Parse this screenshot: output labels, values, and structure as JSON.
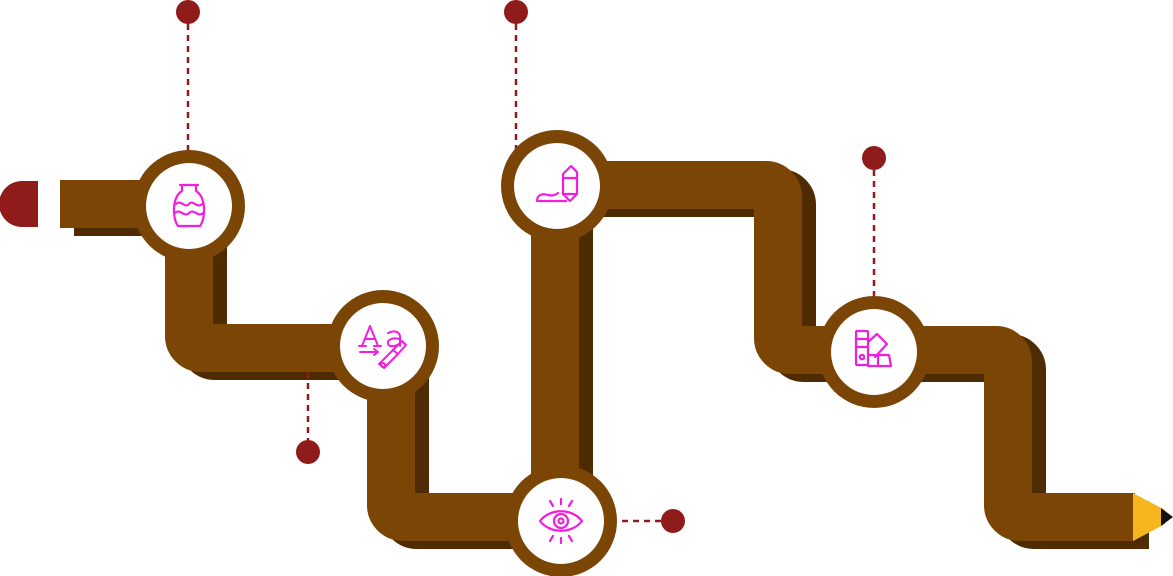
{
  "colors": {
    "path_main": "#7a4505",
    "path_shadow": "#4e2b02",
    "ring": "#7a4505",
    "node_fill": "#ffffff",
    "icon": "#f21ede",
    "connector": "#8f1b1b",
    "dot": "#8f1b1b",
    "start_cap": "#8f1b1b",
    "pencil_tip": "#f7b51e",
    "pencil_point": "#111111"
  },
  "nodes": [
    {
      "name": "vase-icon",
      "callout": "up"
    },
    {
      "name": "typography-icon",
      "callout": "down"
    },
    {
      "name": "eye-icon",
      "callout": "right"
    },
    {
      "name": "pen-draw-icon",
      "callout": "up"
    },
    {
      "name": "color-palette-icon",
      "callout": "up"
    }
  ]
}
